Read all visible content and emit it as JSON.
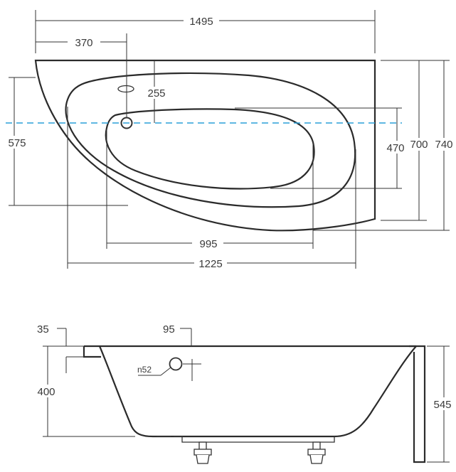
{
  "top_view": {
    "overall_width": "1495",
    "drain_offset": "370",
    "overflow_offset": "255",
    "side_depth_left": "575",
    "inner_depth": "470",
    "depth_mid": "700",
    "overall_depth": "740",
    "inner_width": "995",
    "outer_inner_width": "1225"
  },
  "side_view": {
    "rim_thickness": "35",
    "overflow_offset": "95",
    "overflow_label": "n52",
    "inner_height": "400",
    "total_height": "545"
  },
  "colors": {
    "line": "#2b2b2b",
    "axis": "#2aa0d8"
  }
}
